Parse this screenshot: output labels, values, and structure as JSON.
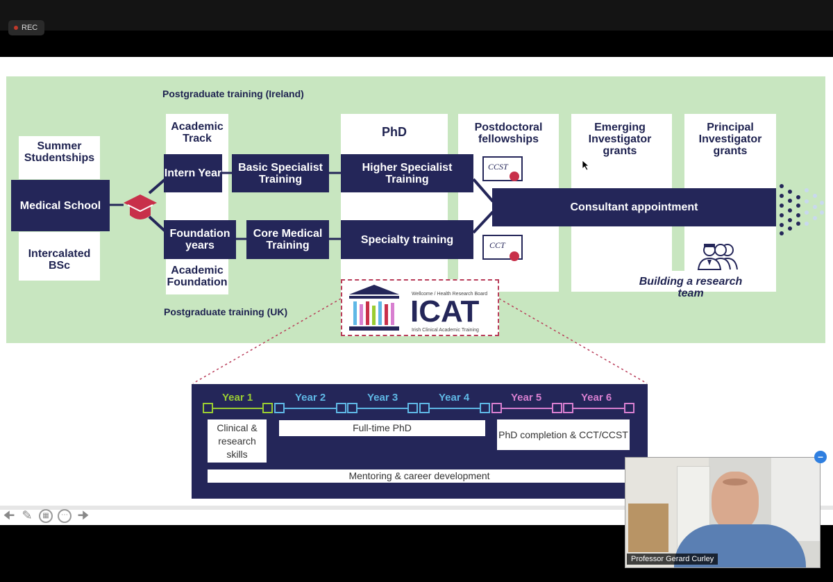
{
  "recording": {
    "label": "REC"
  },
  "slide": {
    "header_ireland": "Postgraduate training (Ireland)",
    "header_uk": "Postgraduate training (UK)",
    "summer": "Summer Studentships",
    "medical_school": "Medical School",
    "intercalated": "Intercalated BSc",
    "academic_track": "Academic Track",
    "intern_year": "Intern Year",
    "foundation_years": "Foundation years",
    "academic_foundation": "Academic Foundation",
    "basic_specialist": "Basic Specialist Training",
    "core_medical": "Core Medical Training",
    "phd": "PhD",
    "higher_specialist": "Higher Specialist Training",
    "specialty_training": "Specialty training",
    "postdoc": "Postdoctoral fellowships",
    "ccst": "CCST",
    "cct": "CCT",
    "emerging": "Emerging Investigator grants",
    "principal": "Principal Investigator grants",
    "consultant": "Consultant appointment",
    "research_team": "Building a research team",
    "icat": {
      "funders": "Wellcome / Health Research Board",
      "name": "ICAT",
      "subtitle": "Irish Clinical Academic Training"
    },
    "timeline": {
      "years": [
        "Year 1",
        "Year 2",
        "Year 3",
        "Year 4",
        "Year 5",
        "Year 6"
      ],
      "clinical": "Clinical & research skills",
      "fulltime_phd": "Full-time PhD",
      "completion": "PhD completion & CCT/CCST",
      "mentoring": "Mentoring & career development"
    }
  },
  "colors": {
    "navy": "#242659",
    "green_bg": "#c8e6c0",
    "year1": "#9acd32",
    "year2_4": "#5fb8e6",
    "year5_6": "#d87fd0",
    "accent_red": "#c8304a"
  },
  "participant": {
    "name": "Professor Gerard Curley"
  },
  "icons": [
    "back-arrow-icon",
    "pen-icon",
    "slides-icon",
    "more-icon",
    "forward-arrow-icon",
    "minimize-icon"
  ]
}
